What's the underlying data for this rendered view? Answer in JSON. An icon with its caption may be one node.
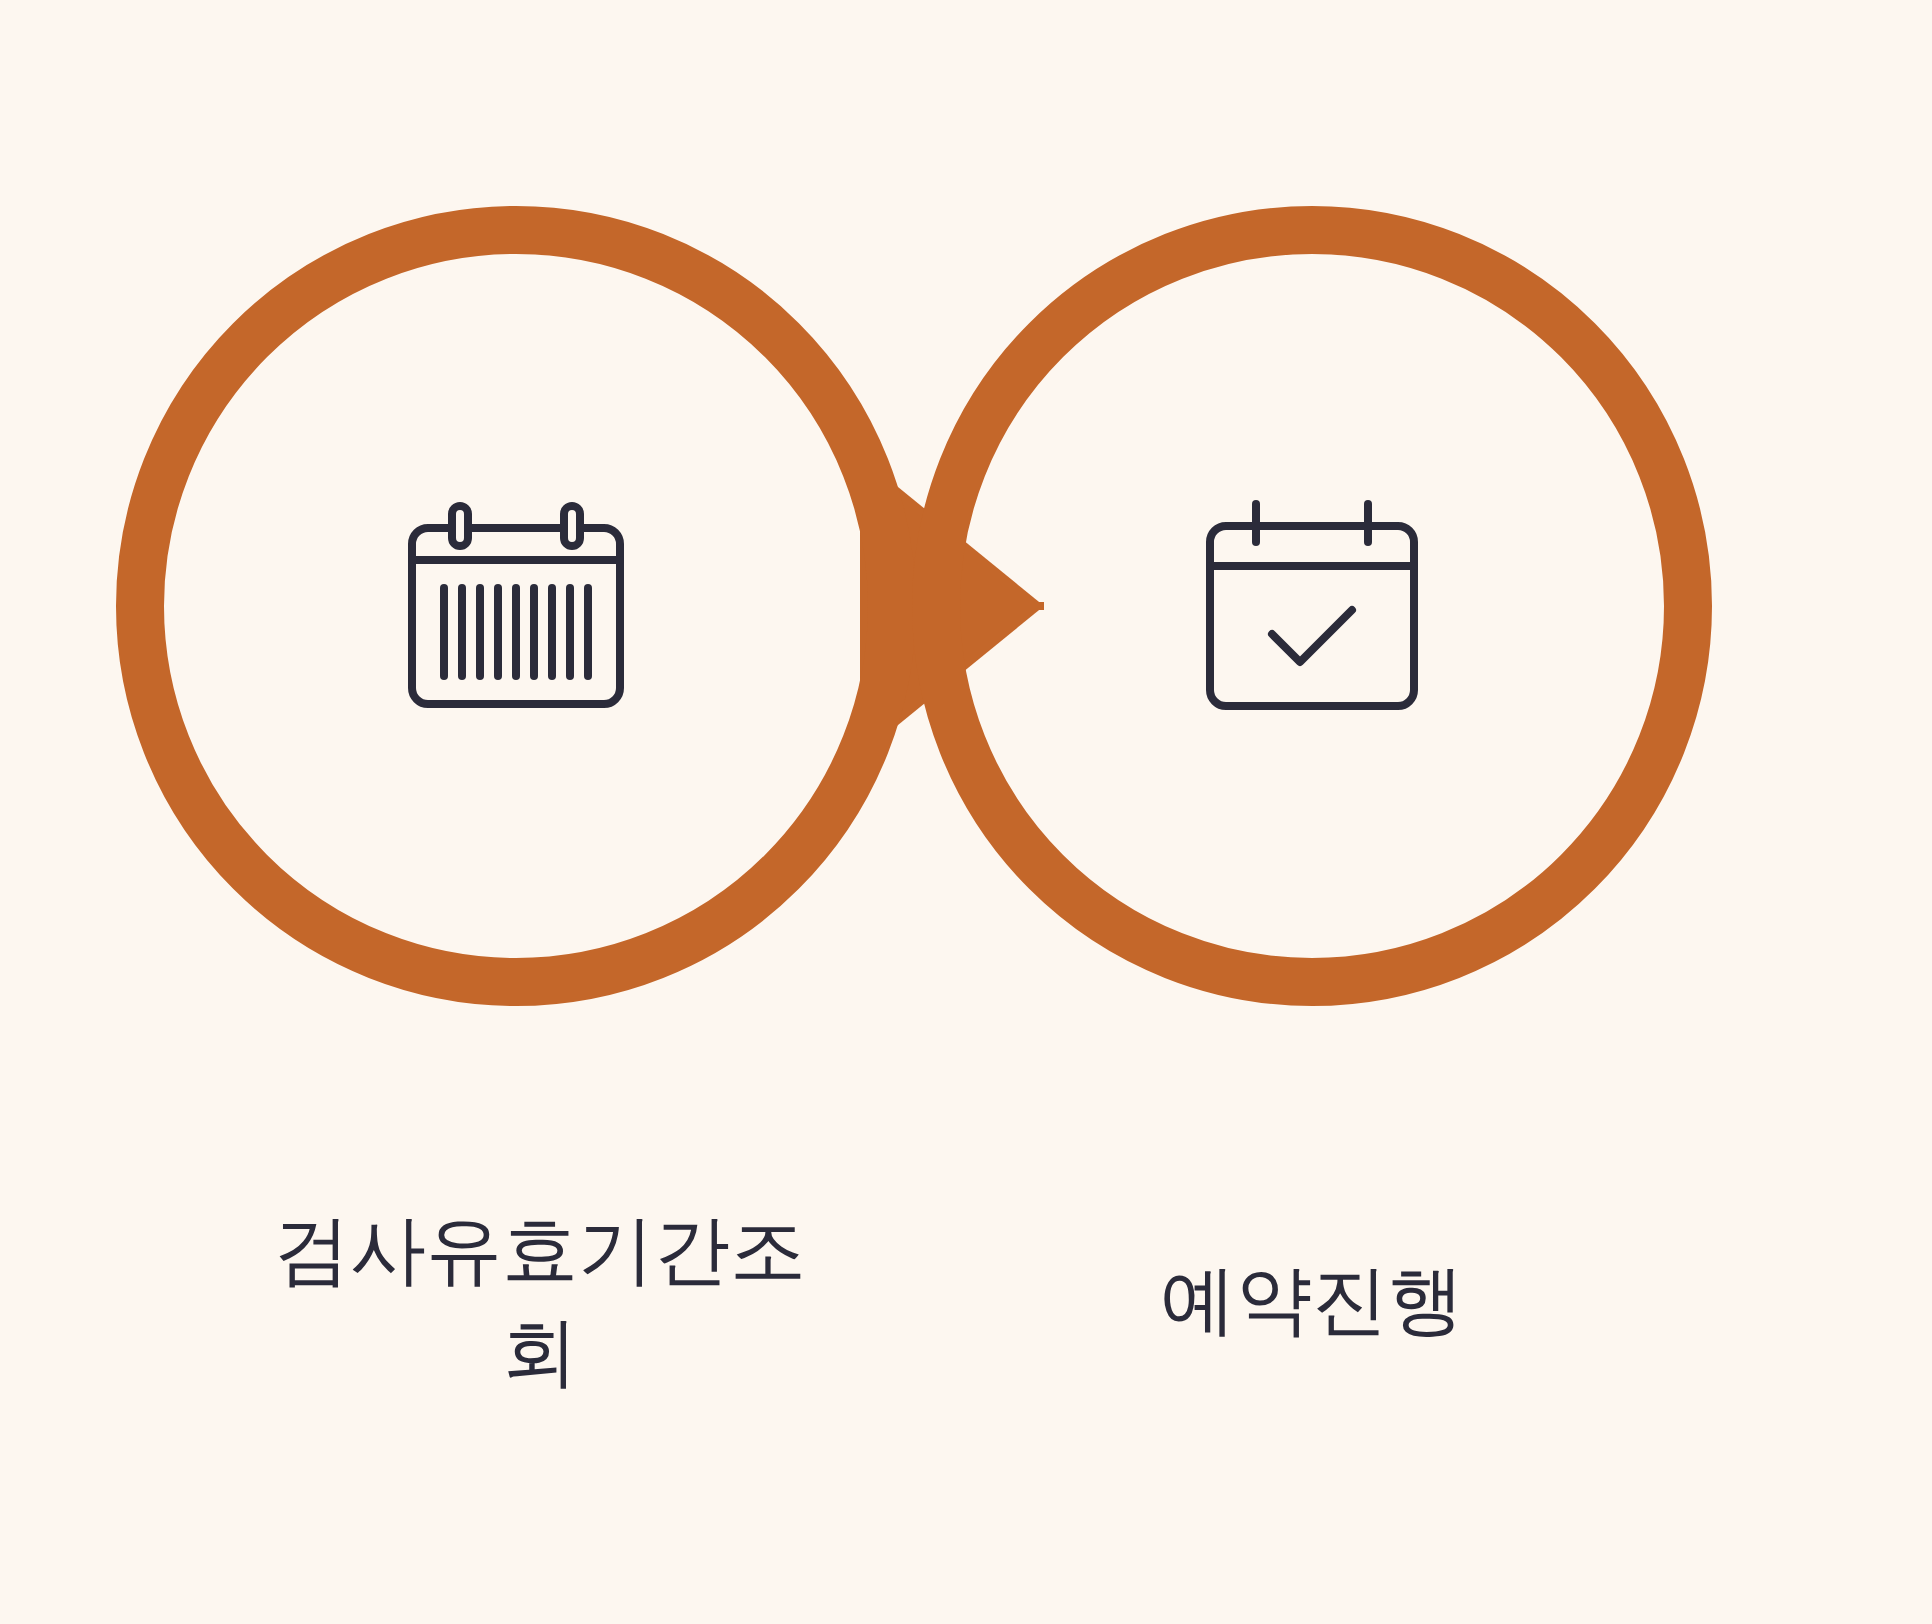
{
  "diagram": {
    "nodes": [
      {
        "text": [],
        "shape": "circle",
        "beside": [
          "검사유효기간조회"
        ]
      },
      {
        "text": [],
        "shape": "circle",
        "beside": [
          "예약진행"
        ]
      }
    ],
    "edges": [
      {
        "from": 0,
        "to": 1,
        "arrow": "to"
      }
    ]
  }
}
